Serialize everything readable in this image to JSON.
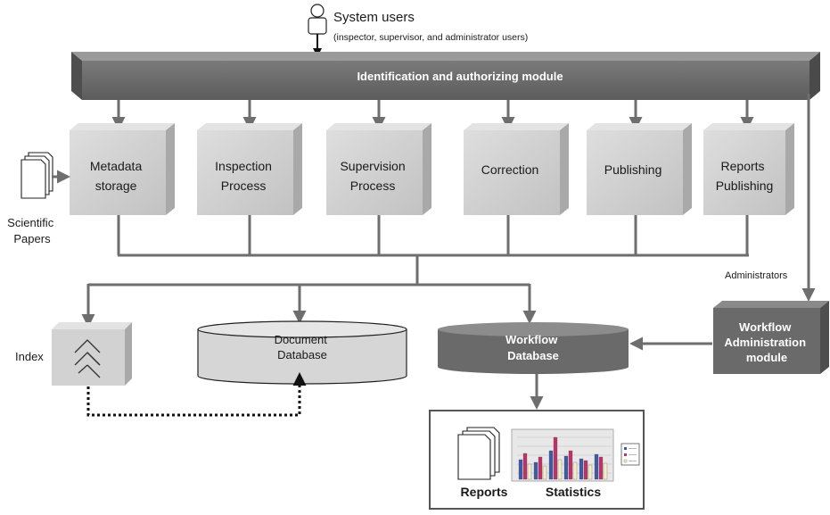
{
  "users": {
    "title": "System users",
    "subtitle": "(inspector, supervisor, and administrator users)"
  },
  "auth_bar": {
    "label": "Identification and authorizing module"
  },
  "modules": [
    {
      "id": "metadata",
      "line1": "Metadata",
      "line2": "storage"
    },
    {
      "id": "inspection",
      "line1": "Inspection",
      "line2": "Process"
    },
    {
      "id": "supervision",
      "line1": "Supervision",
      "line2": "Process"
    },
    {
      "id": "correction",
      "line1": "Correction",
      "line2": ""
    },
    {
      "id": "publishing",
      "line1": "Publishing",
      "line2": ""
    },
    {
      "id": "reports-publishing",
      "line1": "Reports",
      "line2": "Publishing"
    }
  ],
  "scientific_papers": {
    "line1": "Scientific",
    "line2": "Papers"
  },
  "index": {
    "label": "Index"
  },
  "document_db": {
    "line1": "Document",
    "line2": "Database"
  },
  "workflow_db": {
    "line1": "Workflow",
    "line2": "Database"
  },
  "admin_label": "Administrators",
  "workflow_admin": {
    "line1": "Workflow",
    "line2": "Administration",
    "line3": "module"
  },
  "output": {
    "reports_label": "Reports",
    "statistics_label": "Statistics"
  },
  "colors": {
    "bar_dark": "#6b6b6b",
    "box_light": "#cfcfcf",
    "connector": "#6e6e6e",
    "workflow_db": "#6a6a6a",
    "chart_red": "#c0306a",
    "chart_blue": "#3d5aa8",
    "chart_cream": "#f2ecc8"
  }
}
